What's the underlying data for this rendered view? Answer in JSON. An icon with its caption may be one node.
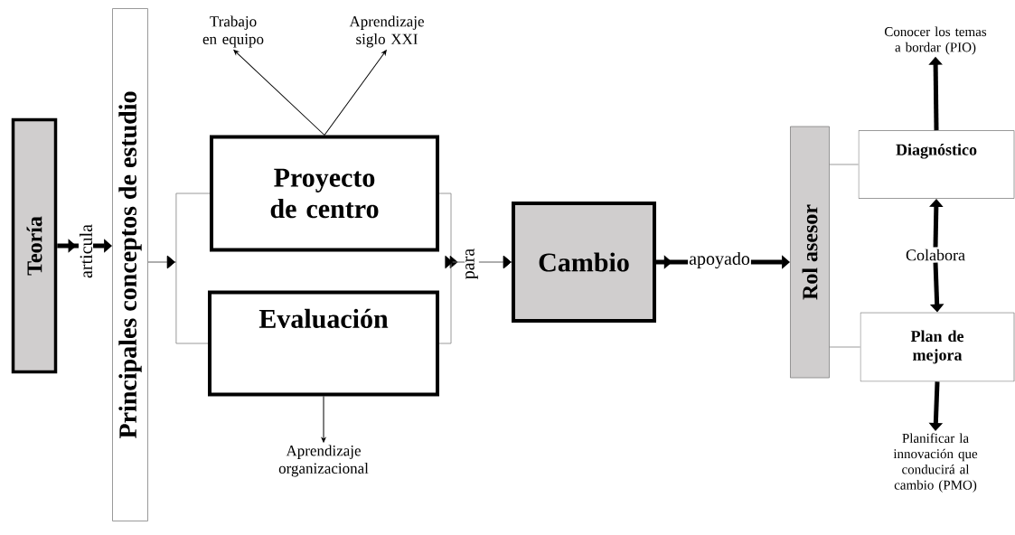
{
  "diagram": {
    "nodes": [
      {
        "text": [
          "Teoría"
        ]
      },
      {
        "text": [
          "Principales conceptos de estudio"
        ]
      },
      {
        "text": [
          "Proyecto de centro"
        ]
      },
      {
        "text": [
          "Evaluación"
        ]
      },
      {
        "text": [
          "Trabajo en equipo"
        ]
      },
      {
        "text": [
          "Aprendizaje siglo XXI"
        ]
      },
      {
        "text": [
          "Aprendizaje organizacional"
        ]
      },
      {
        "text": [
          "Cambio"
        ]
      },
      {
        "text": [
          "Rol asesor"
        ]
      },
      {
        "text": [
          "Conocer los temas a bordar (PIO)"
        ]
      },
      {
        "text": [
          "Diagnóstico"
        ]
      },
      {
        "text": [
          "Colabora"
        ]
      },
      {
        "text": [
          "Plan de mejora"
        ]
      },
      {
        "text": [
          "Planificar la innovación que conducirá al cambio (PMO)"
        ]
      }
    ],
    "edges": [
      {
        "from": 0,
        "to": 1,
        "arrow": "to",
        "label": "articula",
        "style": "thick"
      },
      {
        "from": 1,
        "to": 2,
        "arrow": "to",
        "color": "#808080"
      },
      {
        "from": 1,
        "to": 3,
        "arrow": "to",
        "color": "#808080"
      },
      {
        "from": 2,
        "to": 7,
        "arrow": "to",
        "label": "para",
        "color": "#808080"
      },
      {
        "from": 3,
        "to": 7,
        "arrow": "to",
        "color": "#808080"
      },
      {
        "from": 2,
        "to": 4,
        "arrow": "to"
      },
      {
        "from": 2,
        "to": 5,
        "arrow": "to"
      },
      {
        "from": 3,
        "to": 6,
        "arrow": "to"
      },
      {
        "from": 7,
        "to": 8,
        "arrow": "to",
        "label": "apoyado",
        "style": "thick"
      },
      {
        "from": 8,
        "to": 10,
        "arrow": "none",
        "color": "#808080"
      },
      {
        "from": 8,
        "to": 12,
        "arrow": "none",
        "color": "#808080"
      },
      {
        "from": 10,
        "to": 9,
        "arrow": "to",
        "style": "thick"
      },
      {
        "from": 11,
        "to": 10,
        "arrow": "to",
        "style": "thick"
      },
      {
        "from": 11,
        "to": 12,
        "arrow": "to",
        "style": "thick"
      },
      {
        "from": 12,
        "to": 13,
        "arrow": "to",
        "style": "thick"
      }
    ]
  }
}
